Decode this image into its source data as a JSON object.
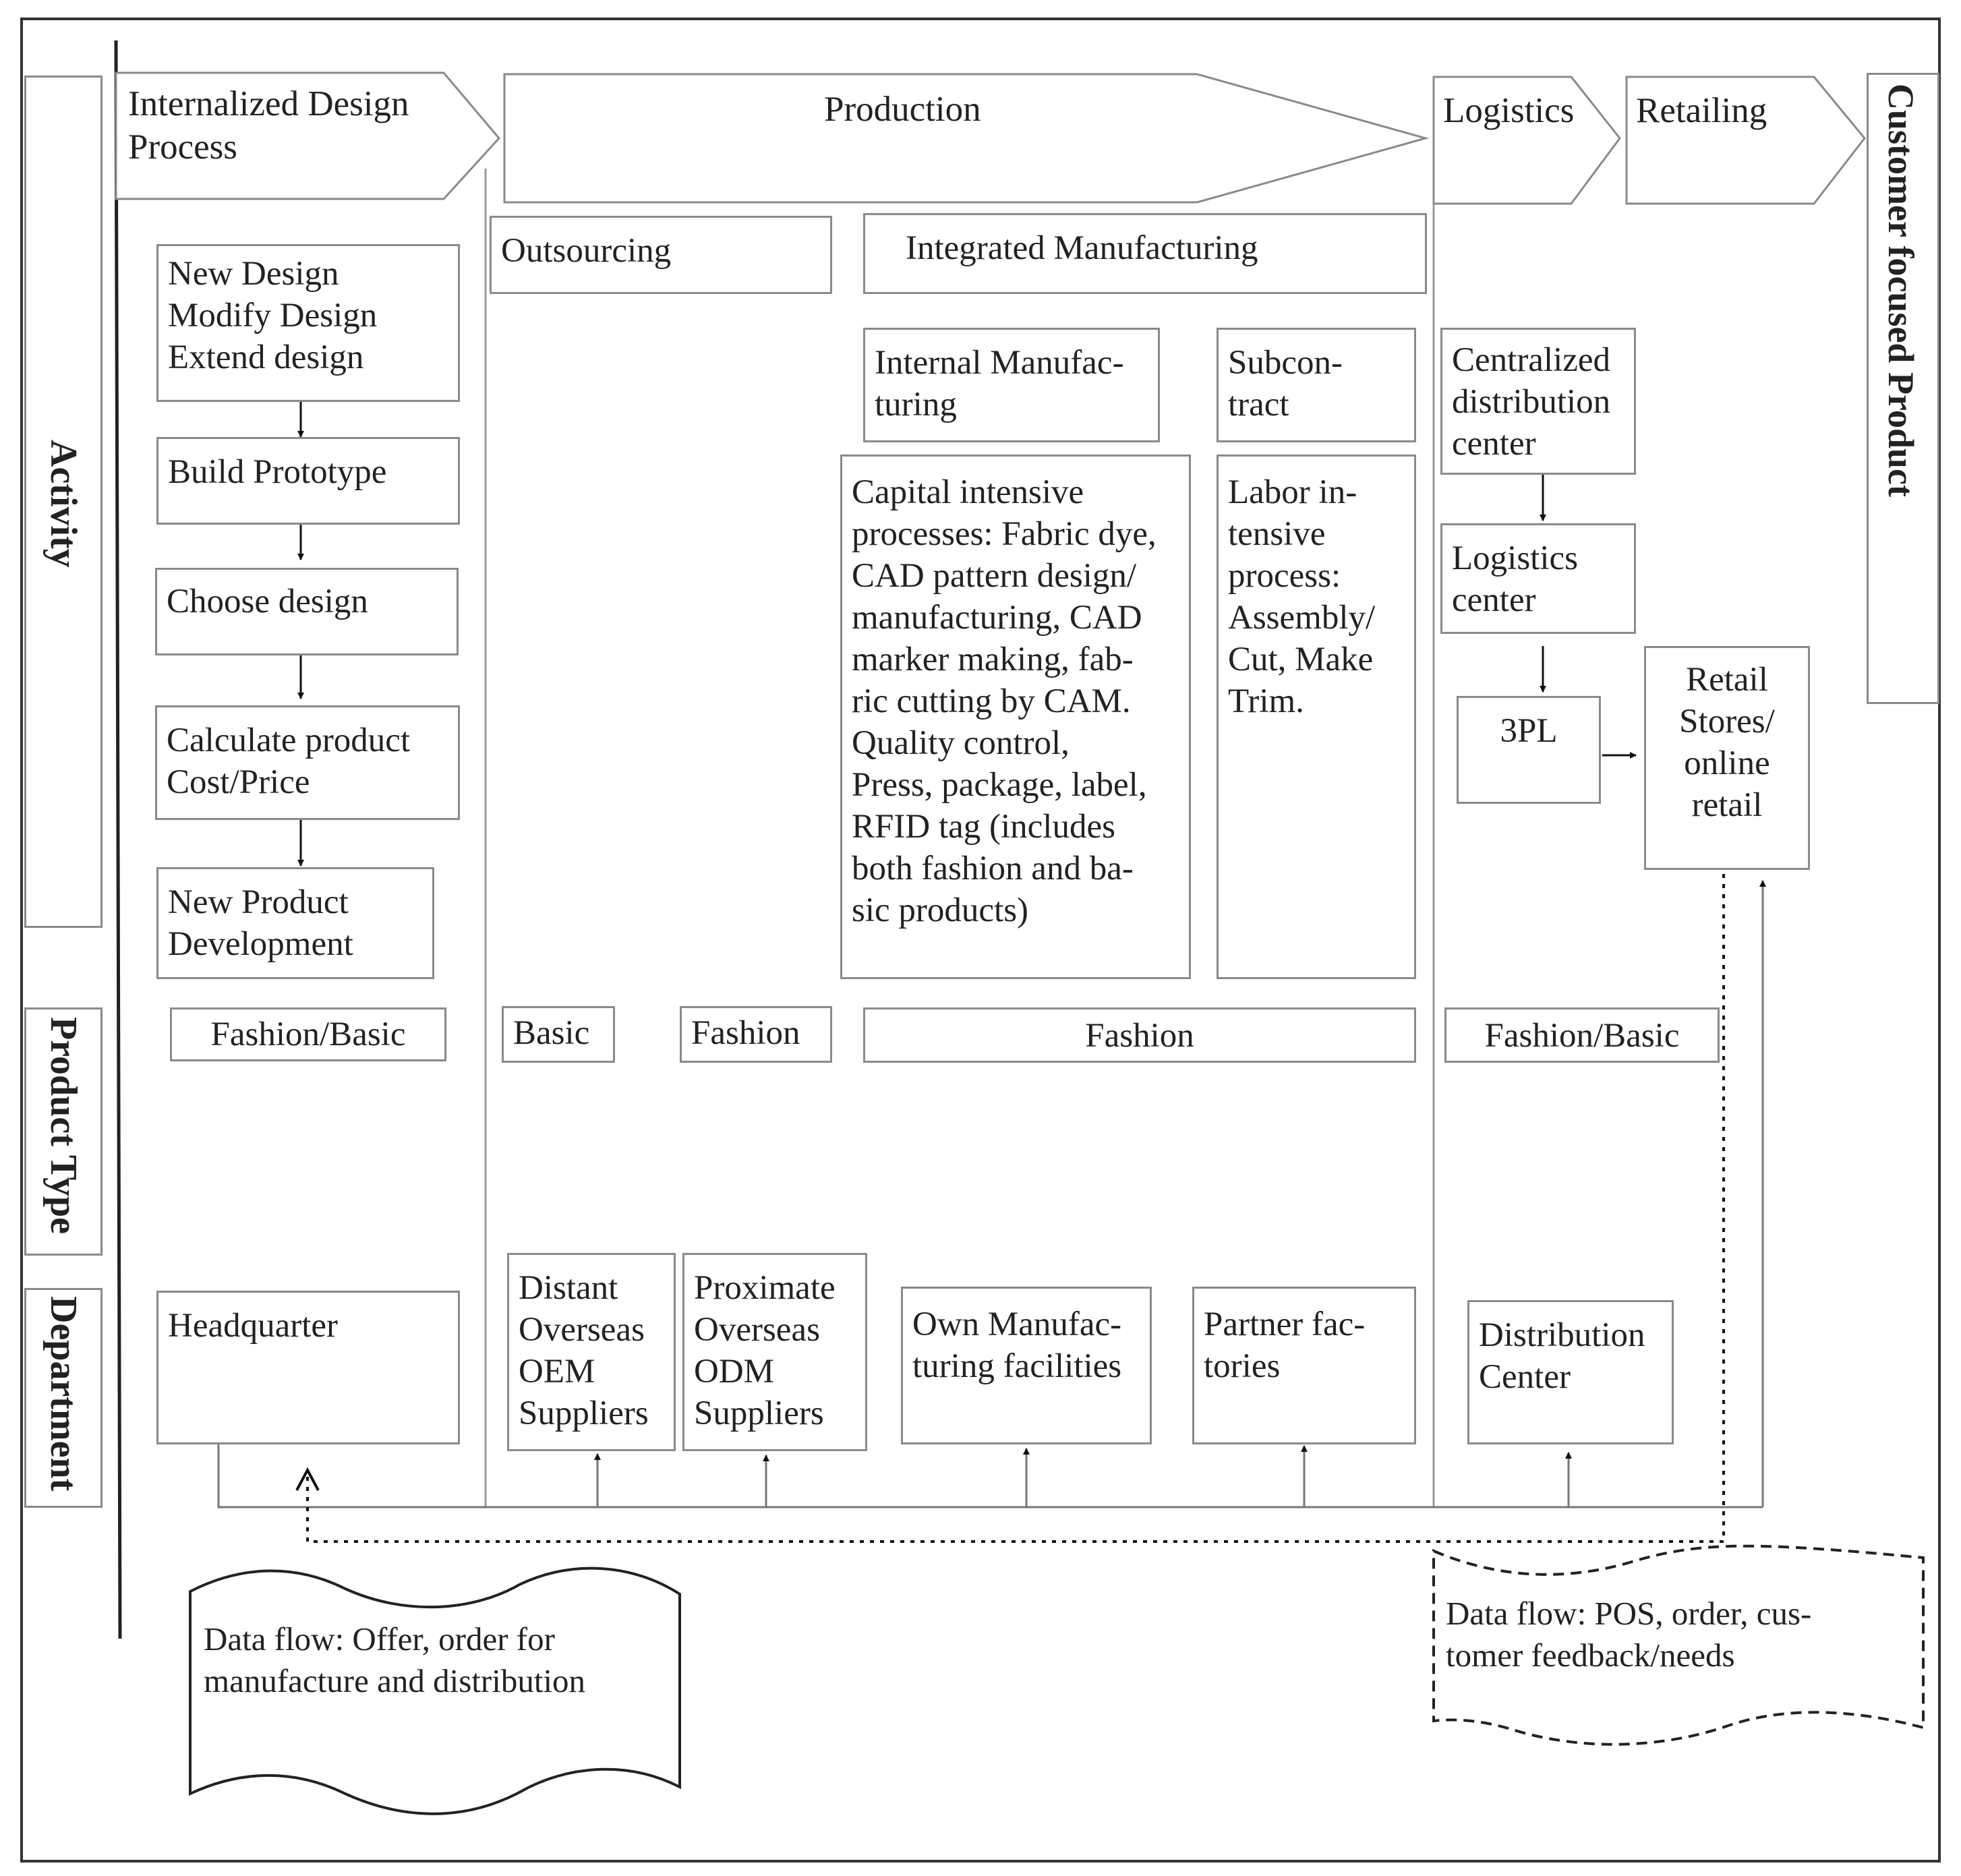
{
  "rows": {
    "activity": "Activity",
    "product_type": "Product Type",
    "department": "Department"
  },
  "stages": {
    "design": "Internalized Design\nProcess",
    "production": "Production",
    "logistics": "Logistics",
    "retailing": "Retailing",
    "customer": "Customer focused Product"
  },
  "design": {
    "steps": [
      "New Design\nModify Design\nExtend design",
      "Build Prototype",
      "Choose design",
      "Calculate product\nCost/Price",
      "New Product\nDevelopment"
    ],
    "type": "Fashion/Basic",
    "dept": "Headquarter"
  },
  "production": {
    "outsourcing": "Outsourcing",
    "integrated": "Integrated Manufacturing",
    "internal": "Internal Manufac-\nturing",
    "subcontract": "Subcon-\ntract",
    "capital": "Capital intensive\nprocesses: Fabric dye,\nCAD pattern design/\nmanufacturing, CAD\nmarker making, fab-\nric cutting by CAM.\nQuality control,\nPress, package, label,\nRFID tag (includes\nboth fashion and ba-\nsic products)",
    "labor": "Labor in-\ntensive\nprocess:\nAssembly/\nCut, Make\nTrim.",
    "type_basic": "Basic",
    "type_fashion": "Fashion",
    "type_fashion_integrated": "Fashion",
    "dept_distant": "Distant\nOverseas\nOEM\nSuppliers",
    "dept_proximate": "Proximate\nOverseas\nODM\nSuppliers",
    "dept_own": "Own Manufac-\nturing facilities",
    "dept_partner": "Partner fac-\ntories"
  },
  "logistics": {
    "centralized": "Centralized\ndistribution\ncenter",
    "center": "Logistics\ncenter",
    "tpl": "3PL",
    "retail": "Retail\nStores/\nonline\nretail",
    "type": "Fashion/Basic",
    "dept": "Distribution\nCenter"
  },
  "dataflow": {
    "left": "Data flow: Offer, order for\nmanufacture and distribution",
    "right": "Data flow: POS, order, cus-\ntomer feedback/needs"
  },
  "colors": {
    "border": "#8a8a8a",
    "line": "#222222",
    "frame": "#333333"
  }
}
